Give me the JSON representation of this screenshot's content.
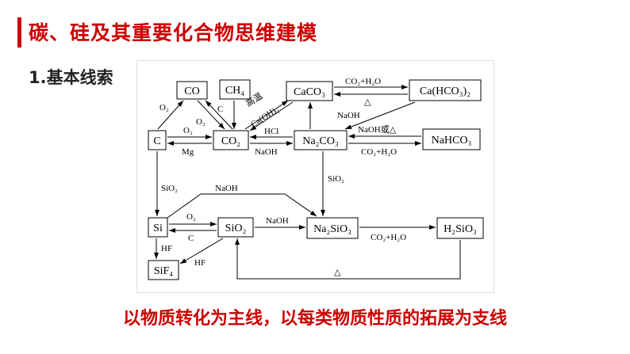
{
  "slide": {
    "title": "碳、硅及其重要化合物思维建模",
    "section": "1.基本线索",
    "footer": "以物质转化为主线，以每类物质性质的拓展为支线"
  },
  "nodes": {
    "co": "CO",
    "ch4": "CH₄",
    "caco3": "CaCO₃",
    "cahco3": "Ca(HCO₃)₂",
    "c": "C",
    "co2": "CO₂",
    "na2co3": "Na₂CO₃",
    "nahco3": "NaHCO₃",
    "si": "Si",
    "sio2": "SiO₂",
    "na2sio3": "Na₂SiO₃",
    "h2sio3": "H₂SiO₃",
    "sif4": "SiF₄"
  },
  "labels": {
    "c_co_o2": "O₂",
    "co_co2_o2": "O₂",
    "co2_co_c": "C",
    "co2_caco3_high_temp": "高温",
    "co2_caco3_caoh2": "Ca(OH)₂",
    "c_co2_o2": "O₂",
    "co2_c_mg": "Mg",
    "na2co3_co2_hcl": "HCl",
    "co2_na2co3_naoh": "NaOH",
    "caco3_cahco3": "CO₂+H₂O",
    "cahco3_caco3": "△",
    "na2co3_caco3_naoh": "NaOH",
    "nahco3_na2co3": "NaOH或△",
    "na2co3_nahco3": "CO₂+H₂O",
    "c_si_sio2": "SiO₂",
    "na2co3_na2sio3_sio2": "SiO₂",
    "si_na2sio3_naoh": "NaOH",
    "si_sio2_o2": "O₂",
    "sio2_si_c": "C",
    "sio2_na2sio3_naoh": "NaOH",
    "na2sio3_h2sio3": "CO₂+H₂O",
    "h2sio3_sio2_heat": "△",
    "si_sif4_hf": "HF",
    "sio2_sif4_hf": "HF"
  }
}
